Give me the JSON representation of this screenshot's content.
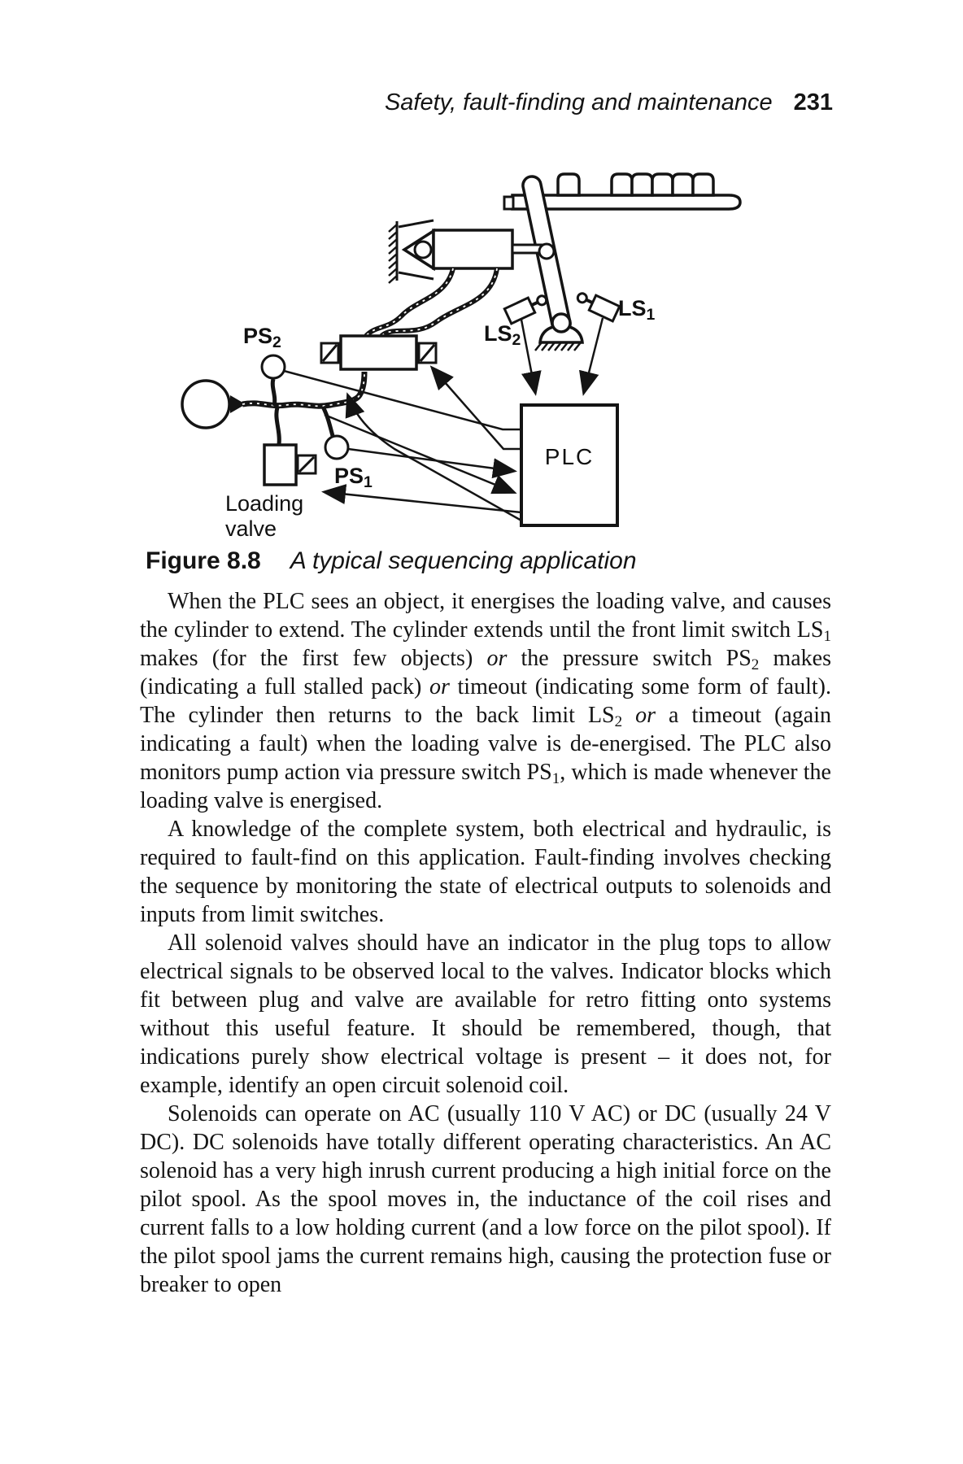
{
  "page": {
    "header": {
      "title": "Safety, fault-finding and maintenance",
      "page_number": "231"
    },
    "figure": {
      "caption_label": "Figure 8.8",
      "caption_text": "A typical sequencing application",
      "labels": {
        "ps2": {
          "base": "PS",
          "sub": "2"
        },
        "ps1": {
          "base": "PS",
          "sub": "1"
        },
        "ls2": {
          "base": "LS",
          "sub": "2"
        },
        "ls1": {
          "base": "LS",
          "sub": "1"
        },
        "loading_valve_line1": "Loading",
        "loading_valve_line2": "valve",
        "plc": "PLC"
      }
    },
    "paragraphs": [
      {
        "segments": [
          {
            "t": "When the PLC sees an object, it energises the loading valve, and causes the cylinder to extend. The cylinder extends until the front limit switch LS"
          },
          {
            "t": "1",
            "sub": true
          },
          {
            "t": " makes (for the first few objects) "
          },
          {
            "t": "or",
            "i": true
          },
          {
            "t": " the pressure switch PS"
          },
          {
            "t": "2",
            "sub": true
          },
          {
            "t": " makes (indicating a full stalled pack) "
          },
          {
            "t": "or",
            "i": true
          },
          {
            "t": " timeout (indicating some form of fault). The cylinder then returns to the back limit LS"
          },
          {
            "t": "2",
            "sub": true
          },
          {
            "t": " "
          },
          {
            "t": "or",
            "i": true
          },
          {
            "t": " a timeout (again indicating a fault) when the loading valve is de-energised. The PLC also monitors pump action via pressure switch PS"
          },
          {
            "t": "1",
            "sub": true
          },
          {
            "t": ", which is made whenever the loading valve is energised."
          }
        ]
      },
      {
        "segments": [
          {
            "t": "A knowledge of the complete system, both electrical and hydraulic, is required to fault-find on this application. Fault-finding involves checking the sequence by monitoring the state of electrical outputs to solenoids and inputs from limit switches."
          }
        ]
      },
      {
        "segments": [
          {
            "t": "All solenoid valves should have an indicator in the plug tops to allow electrical signals to be observed local to the valves. Indicator blocks which fit between plug and valve are available for retro fitting onto systems without this useful feature. It should be remembered, though, that indications purely show electrical voltage is present – it does not, for example, identify an open circuit solenoid coil."
          }
        ]
      },
      {
        "segments": [
          {
            "t": "Solenoids can operate on AC (usually 110 V AC) or DC (usually 24 V DC). DC solenoids have totally different operating characteristics. An AC solenoid has a very high inrush current producing a high initial force on the pilot spool. As the spool moves in, the inductance of the coil rises and current falls to a low holding current (and a low force on the pilot spool). If the pilot spool jams the current remains high, causing the protection fuse or breaker to open"
          }
        ]
      }
    ]
  }
}
